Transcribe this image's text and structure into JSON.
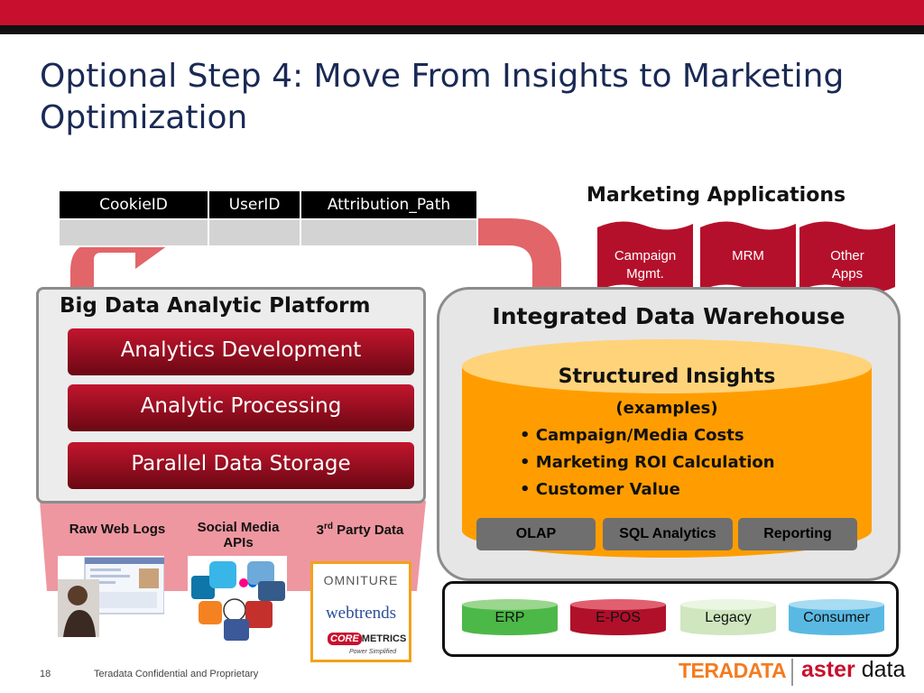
{
  "slide": {
    "title": "Optional Step 4: Move From Insights to Marketing Optimization",
    "page_number": "18",
    "footer": "Teradata Confidential and Proprietary"
  },
  "table": {
    "headers": [
      "CookieID",
      "UserID",
      "Attribution_Path"
    ]
  },
  "marketing_apps": {
    "title": "Marketing Applications",
    "items": [
      {
        "line1": "Campaign",
        "line2": "Mgmt."
      },
      {
        "line1": "MRM",
        "line2": ""
      },
      {
        "line1": "Other",
        "line2": "Apps"
      }
    ]
  },
  "platform": {
    "title": "Big Data Analytic Platform",
    "layers": [
      "Analytics Development",
      "Analytic Processing",
      "Parallel Data Storage"
    ]
  },
  "sources": {
    "raw_web_logs": "Raw Web Logs",
    "social_line1": "Social Media",
    "social_line2": "APIs",
    "third_party_prefix": "3",
    "third_party_sup": "rd",
    "third_party_rest": " Party Data",
    "vendors": {
      "omniture": "OMNITURE",
      "webtrends": "webtrends",
      "core": "CORE",
      "metrics": "METRICS",
      "tagline": "Power Simplified"
    }
  },
  "warehouse": {
    "title": "Integrated Data Warehouse",
    "insights_title": "Structured Insights",
    "insights_subtitle": "(examples)",
    "bullets": [
      "Campaign/Media Costs",
      "Marketing ROI Calculation",
      "Customer Value"
    ],
    "buttons": [
      "OLAP",
      "SQL Analytics",
      "Reporting"
    ]
  },
  "data_sources": {
    "items": [
      "ERP",
      "E-POS",
      "Legacy",
      "Consumer"
    ],
    "colors": [
      "#4cb848",
      "#b0102a",
      "#cfe6bf",
      "#5ab9e3"
    ]
  },
  "logos": {
    "teradata": "TERADATA",
    "aster": "aster",
    "data": "data"
  },
  "colors": {
    "brand_red": "#c8102e",
    "arrow_red": "#e0585c",
    "cylinder_orange": "#ff9d00",
    "cylinder_top": "#ffd37a",
    "app_red": "#b5102b"
  }
}
